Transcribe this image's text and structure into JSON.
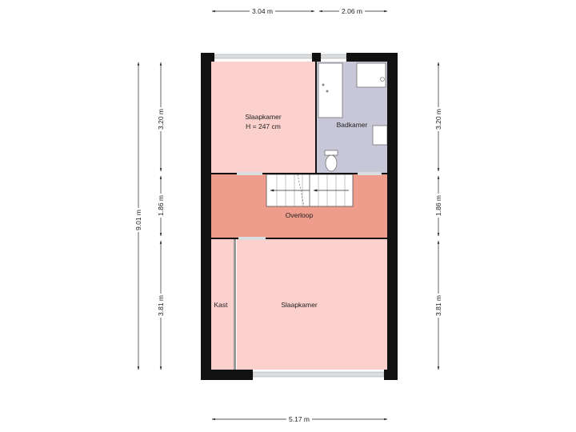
{
  "floorplan": {
    "rooms": {
      "slaapkamer_top": {
        "name": "Slaapkamer",
        "height_label": "H = 247 cm",
        "fill": "#fbd0cd"
      },
      "badkamer": {
        "name": "Badkamer",
        "fill": "#c7c7d8"
      },
      "overloop": {
        "name": "Overloop",
        "fill": "#ee9c8c"
      },
      "kast": {
        "name": "Kast",
        "fill": "#fbd0cd"
      },
      "slaapkamer_bottom": {
        "name": "Slaapkamer",
        "fill": "#fbd0cd"
      }
    },
    "dimensions": {
      "top_left": "3.04 m",
      "top_right": "2.06 m",
      "bottom": "5.17 m",
      "left_total": "9.01 m",
      "left_1": "3.20 m",
      "left_2": "1.86 m",
      "left_3": "3.81 m",
      "right_1": "3.20 m",
      "right_2": "1.86 m",
      "right_3": "3.81 m"
    },
    "colors": {
      "wall": "#111111",
      "dimension_line": "#222222",
      "window": "#d9dde0"
    }
  }
}
